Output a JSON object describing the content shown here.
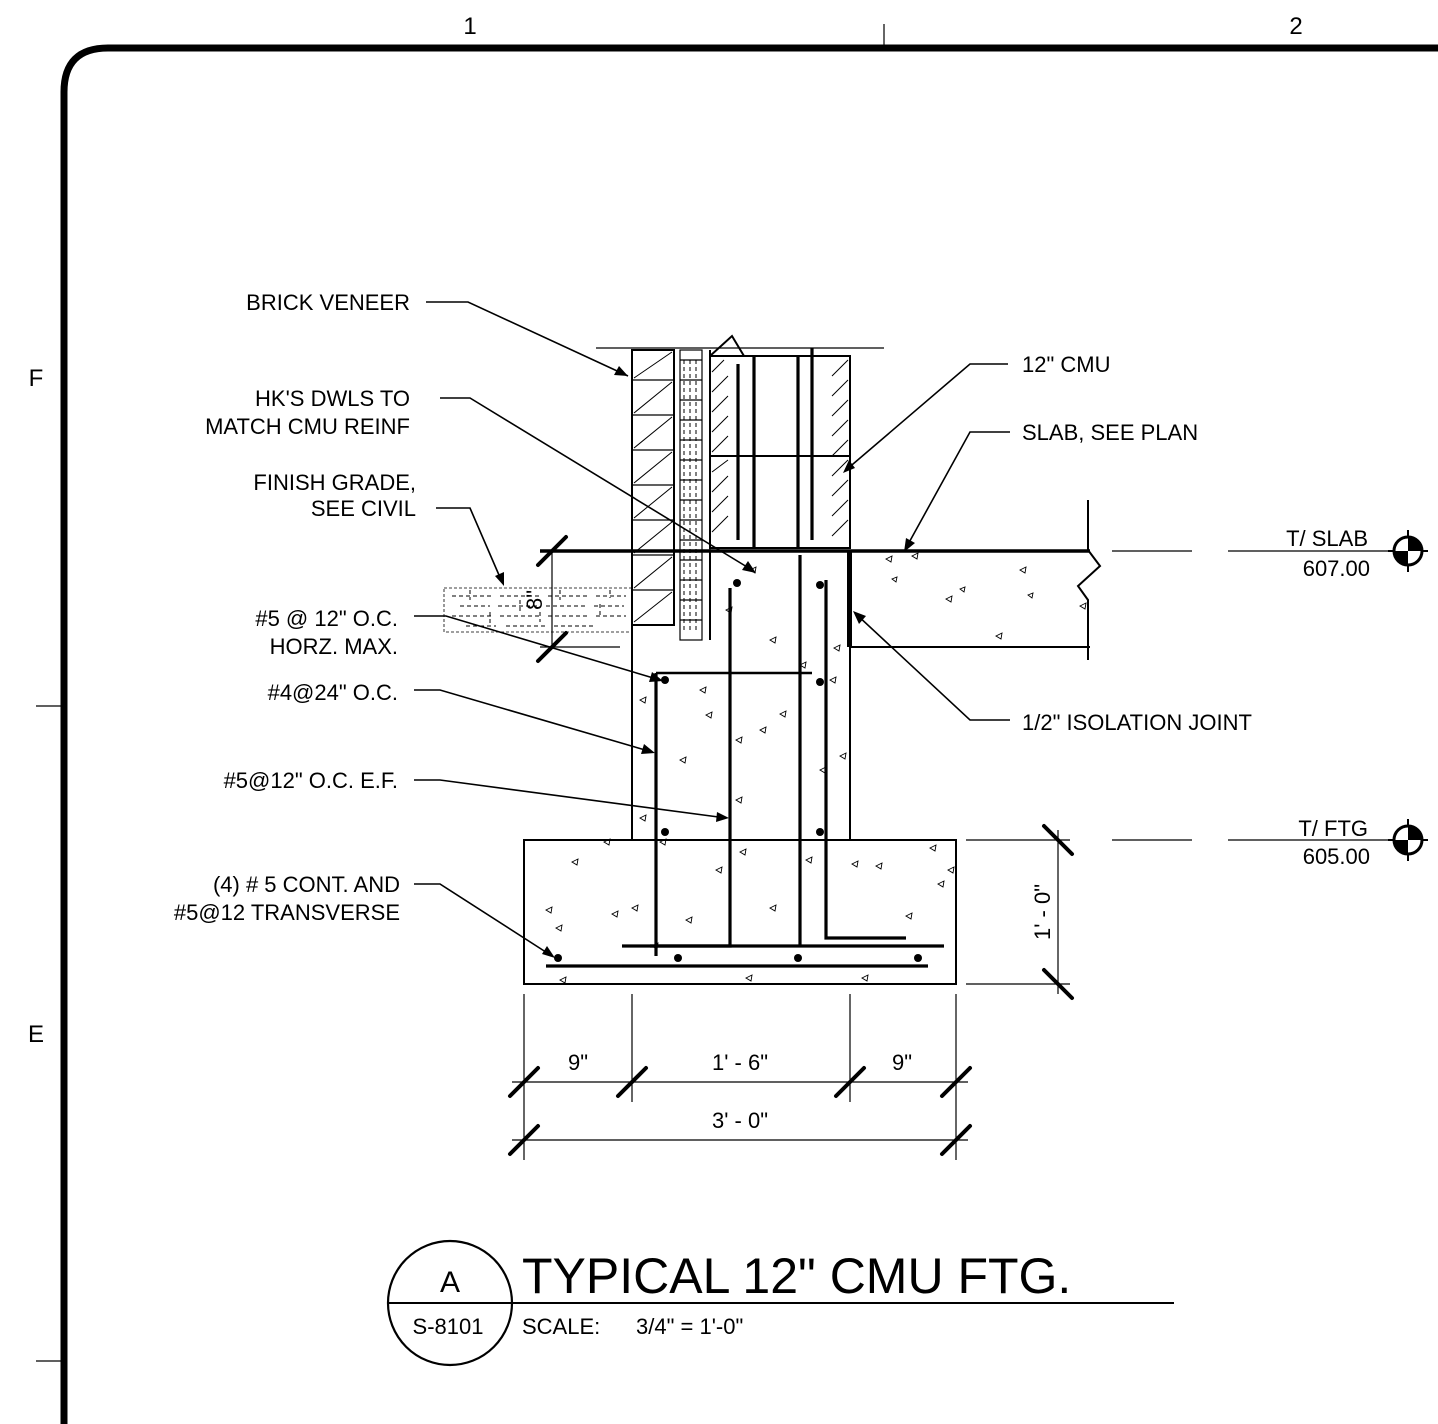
{
  "sheet": {
    "grid_columns": [
      "1",
      "2"
    ],
    "grid_rows": [
      "F",
      "E"
    ]
  },
  "labels": {
    "brick_veneer": "BRICK VENEER",
    "hk_dwls_1": "HK'S DWLS TO",
    "hk_dwls_2": "MATCH CMU REINF",
    "finish_grade_1": "FINISH GRADE,",
    "finish_grade_2": "SEE CIVIL",
    "horiz_bar_1": "#5 @ 12\" O.C.",
    "horiz_bar_2": "HORZ. MAX.",
    "vert_bar_4": "#4@24\" O.C.",
    "ef_bar": "#5@12\" O.C. E.F.",
    "cont_1": "(4) # 5 CONT. AND",
    "cont_2": "#5@12 TRANSVERSE",
    "cmu": "12\" CMU",
    "slab": "SLAB, SEE PLAN",
    "isolation": "1/2\" ISOLATION JOINT"
  },
  "elevations": {
    "slab_label": "T/ SLAB",
    "slab_value": "607.00",
    "ftg_label": "T/ FTG",
    "ftg_value": "605.00"
  },
  "dimensions": {
    "slab_thickness": "8\"",
    "footing_depth": "1' - 0\"",
    "left_projection": "9\"",
    "stem_width": "1' - 6\"",
    "right_projection": "9\"",
    "footing_width": "3' - 0\""
  },
  "title_block": {
    "detail_id": "A",
    "sheet_ref": "S-8101",
    "title": "TYPICAL 12\" CMU FTG.",
    "scale_label": "SCALE:",
    "scale_value": "3/4\" = 1'-0\""
  }
}
